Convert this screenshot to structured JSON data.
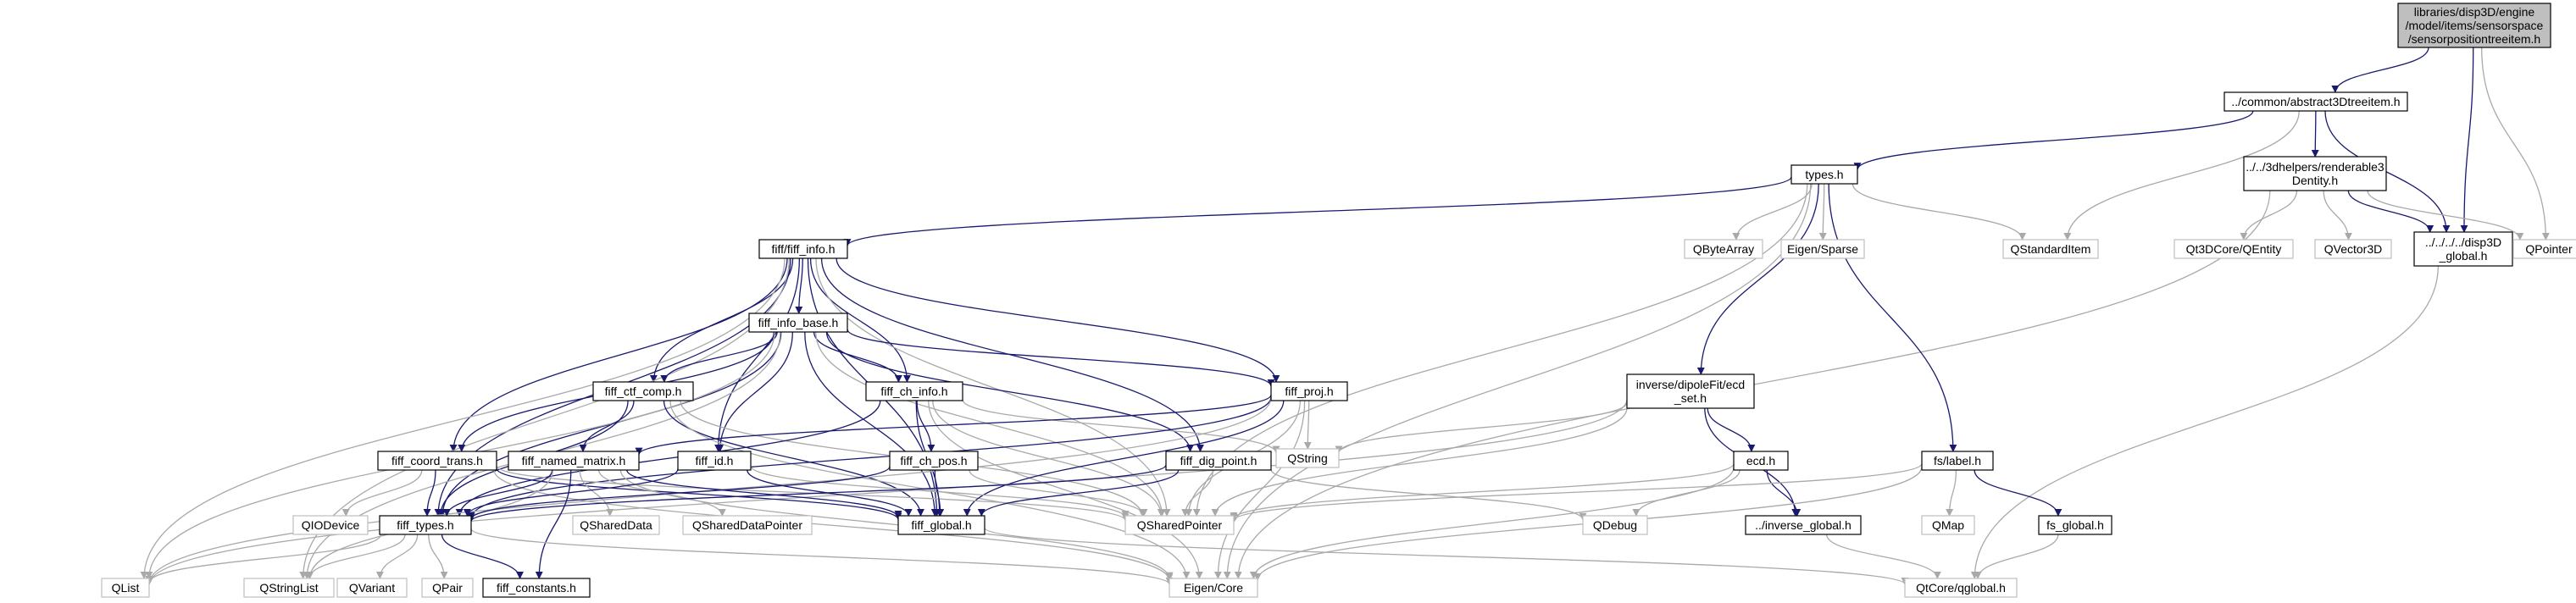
{
  "graph": {
    "edge_colors": {
      "internal": "#191970",
      "external": "#a9a9a9"
    },
    "root_fill": "#bfbfbf",
    "external_border": "#bfbfbf",
    "nodes": [
      {
        "id": "root",
        "lines": [
          "libraries/disp3D/engine",
          "/model/items/sensorspace",
          "/sensorpositiontreeitem.h"
        ]
      },
      {
        "id": "abstract",
        "lines": [
          "../common/abstract3Dtreeitem.h"
        ]
      },
      {
        "id": "types",
        "lines": [
          "types.h"
        ]
      },
      {
        "id": "renderable",
        "lines": [
          "../../3dhelpers/renderable3",
          "Dentity.h"
        ]
      },
      {
        "id": "disp3dglobal",
        "lines": [
          "../../../../disp3D",
          "_global.h"
        ]
      },
      {
        "id": "qpointer",
        "lines": [
          "QPointer"
        ]
      },
      {
        "id": "fiffinfo",
        "lines": [
          "fiff/fiff_info.h"
        ]
      },
      {
        "id": "qbytearray",
        "lines": [
          "QByteArray"
        ]
      },
      {
        "id": "eigensparse",
        "lines": [
          "Eigen/Sparse"
        ]
      },
      {
        "id": "qstandarditem",
        "lines": [
          "QStandardItem"
        ]
      },
      {
        "id": "qt3dentity",
        "lines": [
          "Qt3DCore/QEntity"
        ]
      },
      {
        "id": "qvector3d",
        "lines": [
          "QVector3D"
        ]
      },
      {
        "id": "fiffinfobase",
        "lines": [
          "fiff_info_base.h"
        ]
      },
      {
        "id": "fiffctfcomp",
        "lines": [
          "fiff_ctf_comp.h"
        ]
      },
      {
        "id": "fiffchinfo",
        "lines": [
          "fiff_ch_info.h"
        ]
      },
      {
        "id": "fiffproj",
        "lines": [
          "fiff_proj.h"
        ]
      },
      {
        "id": "ecdset",
        "lines": [
          "inverse/dipoleFit/ecd",
          "_set.h"
        ]
      },
      {
        "id": "qstring",
        "lines": [
          "QString"
        ]
      },
      {
        "id": "fiffcoordtrans",
        "lines": [
          "fiff_coord_trans.h"
        ]
      },
      {
        "id": "fiffnamedmatrix",
        "lines": [
          "fiff_named_matrix.h"
        ]
      },
      {
        "id": "fiffid",
        "lines": [
          "fiff_id.h"
        ]
      },
      {
        "id": "fiffchpos",
        "lines": [
          "fiff_ch_pos.h"
        ]
      },
      {
        "id": "fiffdigpoint",
        "lines": [
          "fiff_dig_point.h"
        ]
      },
      {
        "id": "ecd",
        "lines": [
          "ecd.h"
        ]
      },
      {
        "id": "fslabel",
        "lines": [
          "fs/label.h"
        ]
      },
      {
        "id": "qiodevice",
        "lines": [
          "QIODevice"
        ]
      },
      {
        "id": "fifftypes",
        "lines": [
          "fiff_types.h"
        ]
      },
      {
        "id": "qshareddata",
        "lines": [
          "QSharedData"
        ]
      },
      {
        "id": "qshareddatapointer",
        "lines": [
          "QSharedDataPointer"
        ]
      },
      {
        "id": "fiffglobal",
        "lines": [
          "fiff_global.h"
        ]
      },
      {
        "id": "qsharedpointer",
        "lines": [
          "QSharedPointer"
        ]
      },
      {
        "id": "qdebug",
        "lines": [
          "QDebug"
        ]
      },
      {
        "id": "inverseglobal",
        "lines": [
          "../inverse_global.h"
        ]
      },
      {
        "id": "qmap",
        "lines": [
          "QMap"
        ]
      },
      {
        "id": "fsglobal",
        "lines": [
          "fs_global.h"
        ]
      },
      {
        "id": "qlist",
        "lines": [
          "QList"
        ]
      },
      {
        "id": "qstringlist",
        "lines": [
          "QStringList"
        ]
      },
      {
        "id": "qvariant",
        "lines": [
          "QVariant"
        ]
      },
      {
        "id": "qpair",
        "lines": [
          "QPair"
        ]
      },
      {
        "id": "fiffconstants",
        "lines": [
          "fiff_constants.h"
        ]
      },
      {
        "id": "eigencore",
        "lines": [
          "Eigen/Core"
        ]
      },
      {
        "id": "qtcoreqglobal",
        "lines": [
          "QtCore/qglobal.h"
        ]
      }
    ]
  }
}
